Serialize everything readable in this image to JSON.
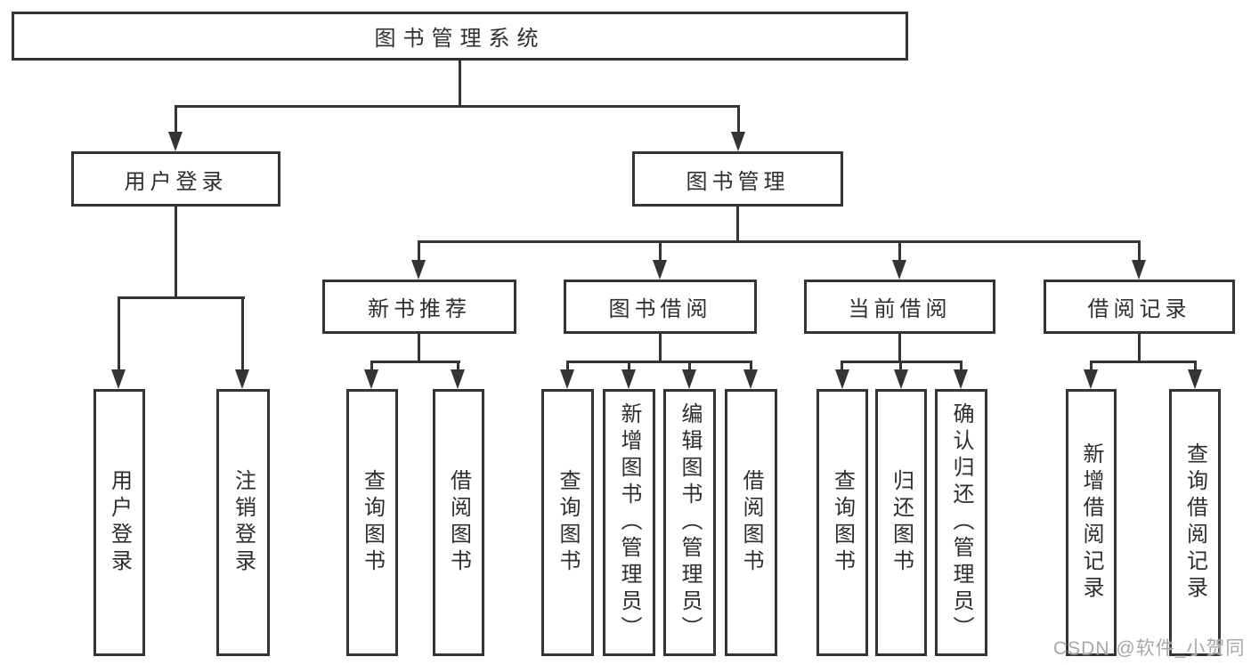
{
  "colors": {
    "line": "#343434",
    "text": "#2e2e2e",
    "background": "#ffffff",
    "watermark_color": "#a8a8a8"
  },
  "watermark": "CSDN @软件_小贺同学",
  "tree": {
    "label": "图书管理系统",
    "children": [
      {
        "label": "用户登录",
        "children": [
          {
            "label": "用户登录"
          },
          {
            "label": "注销登录"
          }
        ]
      },
      {
        "label": "图书管理",
        "children": [
          {
            "label": "新书推荐",
            "children": [
              {
                "label": "查询图书"
              },
              {
                "label": "借阅图书"
              }
            ]
          },
          {
            "label": "图书借阅",
            "children": [
              {
                "label": "查询图书"
              },
              {
                "label": "新增图书（管理员）"
              },
              {
                "label": "编辑图书（管理员）"
              },
              {
                "label": "借阅图书"
              }
            ]
          },
          {
            "label": "当前借阅",
            "children": [
              {
                "label": "查询图书"
              },
              {
                "label": "归还图书"
              },
              {
                "label": "确认归还（管理员）"
              }
            ]
          },
          {
            "label": "借阅记录",
            "children": [
              {
                "label": "新增借阅记录"
              },
              {
                "label": "查询借阅记录"
              }
            ]
          }
        ]
      }
    ]
  }
}
